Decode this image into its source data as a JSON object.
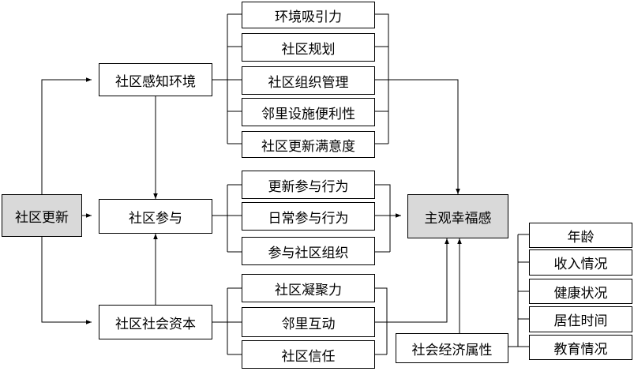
{
  "nodes": {
    "renewal": "社区更新",
    "perception": "社区感知环境",
    "participation": "社区参与",
    "social_capital": "社区社会资本",
    "wellbeing": "主观幸福感",
    "socioeconomic": "社会经济属性"
  },
  "perception_items": [
    "环境吸引力",
    "社区规划",
    "社区组织管理",
    "邻里设施便利性",
    "社区更新满意度"
  ],
  "participation_items": [
    "更新参与行为",
    "日常参与行为",
    "参与社区组织"
  ],
  "capital_items": [
    "社区凝聚力",
    "邻里互动",
    "社区信任"
  ],
  "socio_items": [
    "年龄",
    "收入情况",
    "健康状况",
    "居住时间",
    "教育情况"
  ],
  "colors": {
    "line": "#000000",
    "shaded_fill": "#d9d9d9",
    "box_fill": "#ffffff"
  }
}
